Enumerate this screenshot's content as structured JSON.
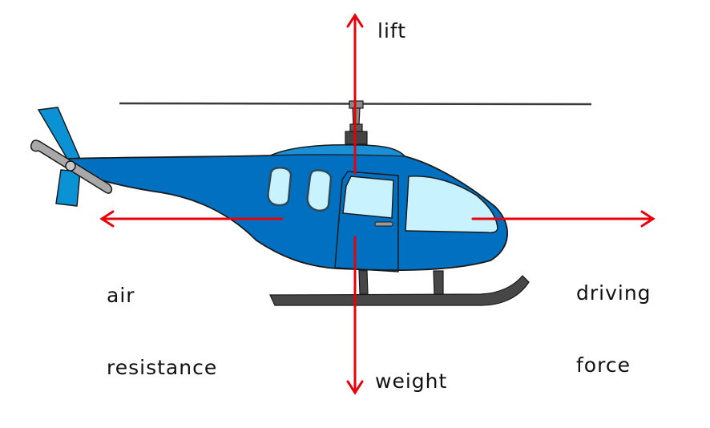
{
  "diagram": {
    "subject": "helicopter",
    "colors": {
      "arrow": "#e8000b",
      "body": "#0270c0",
      "body_light": "#1a8fd6",
      "tail_fin": "#0a92d4",
      "window": "#c9f2ff",
      "dark_gray": "#4a4a4a",
      "mid_gray": "#8a8a8a",
      "light_gray": "#b4b4b4",
      "outline": "#1a1a1a"
    },
    "forces": [
      {
        "id": "lift",
        "label": "lift",
        "direction": "up"
      },
      {
        "id": "weight",
        "label": "weight",
        "direction": "down"
      },
      {
        "id": "air_resistance",
        "label_line1": "air",
        "label_line2": "resistance",
        "direction": "left"
      },
      {
        "id": "driving_force",
        "label_line1": "driving",
        "label_line2": "force",
        "direction": "right"
      }
    ]
  }
}
